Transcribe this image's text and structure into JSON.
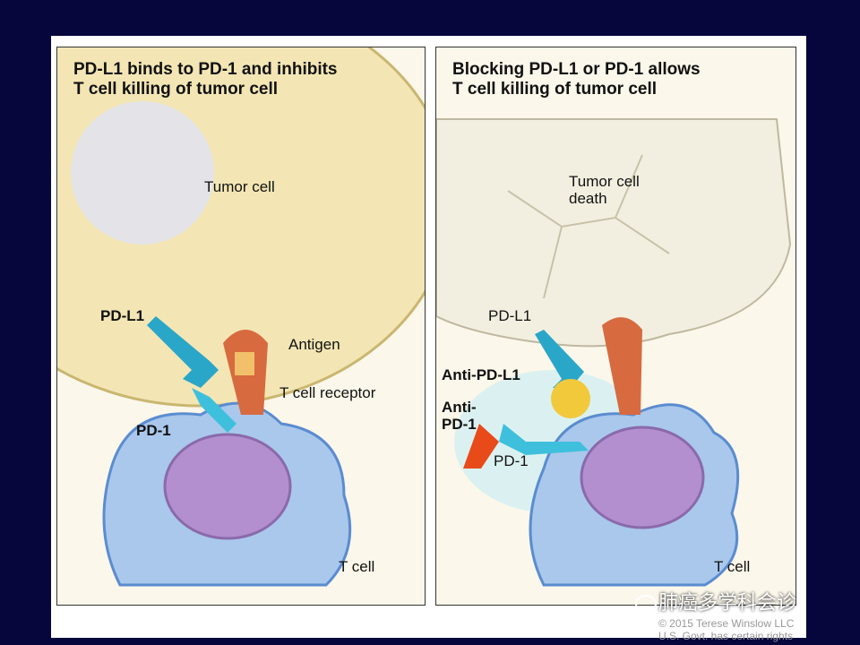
{
  "left_panel": {
    "title_line1": "PD-L1 binds to PD-1 and inhibits",
    "title_line2": "T cell killing of tumor cell",
    "labels": {
      "tumor_cell": "Tumor cell",
      "pd_l1": "PD-L1",
      "antigen": "Antigen",
      "t_cell_receptor": "T cell receptor",
      "pd_1": "PD-1",
      "t_cell": "T cell"
    }
  },
  "right_panel": {
    "title_line1": "Blocking PD-L1 or PD-1 allows",
    "title_line2": "T cell killing of tumor cell",
    "labels": {
      "tumor_cell_death_1": "Tumor cell",
      "tumor_cell_death_2": "death",
      "pd_l1": "PD-L1",
      "anti_pd_l1": "Anti-PD-L1",
      "anti_pd_1_1": "Anti-",
      "anti_pd_1_2": "PD-1",
      "pd_1": "PD-1",
      "t_cell": "T cell"
    }
  },
  "copyright_line1": "© 2015 Terese Winslow LLC",
  "copyright_line2": "U.S. Govt. has certain rights",
  "watermark": "肺癌多学科会诊",
  "colors": {
    "background": "#06063d",
    "tumor": "#f3e6b4",
    "tcell": "#a9c8ec",
    "nucleus": "#b48fd0",
    "pd": "#2aa6c8",
    "receptor": "#d86a40",
    "anti_pd_l1": "#f2c93a",
    "anti_pd_1": "#e84a1a"
  }
}
